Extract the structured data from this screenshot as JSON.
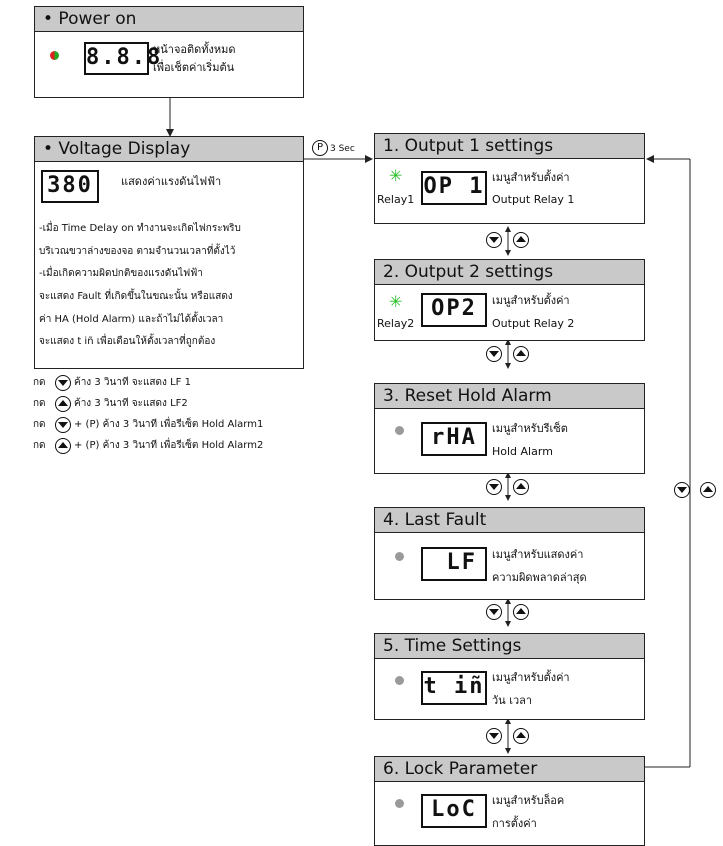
{
  "power": {
    "title": "• Power on",
    "display": "8.8.8",
    "desc_line1": "หน้าจอติดทั้งหมด",
    "desc_line2": "เพื่อเช็ตค่าเริ่มต้น"
  },
  "voltage": {
    "title": "• Voltage Display",
    "display": "380",
    "display_desc": "แสดงค่าแรงดันไฟฟ้า",
    "lines": [
      "-เมื่อ Time Delay on ทำงานจะเกิดไฟกระพริบ",
      "บริเวณขวาล่างของจอ ตามจำนวนเวลาที่ตั้งไว้",
      "-เมื่อเกิดความผิดปกติของแรงดันไฟฟ้า",
      "จะแสดง Fault ที่เกิดขึ้นในขณะนั้น หรือแสดง",
      "ค่า HA (Hold Alarm) และถ้าไม่ได้ตั้งเวลา",
      "จะแสดง t iñ เพื่อเตือนให้ตั้งเวลาที่ถูกต้อง"
    ]
  },
  "p_transition": {
    "p": "P",
    "label": "3 Sec"
  },
  "instructions": [
    {
      "pre": "กด",
      "text": "ค้าง 3 วินาที จะแสดง LF 1"
    },
    {
      "pre": "กด",
      "text": "ค้าง 3 วินาที จะแสดง LF2"
    },
    {
      "pre": "กด",
      "text": "+ (P) ค้าง 3 วินาที เพื่อรีเซ็ต Hold Alarm1"
    },
    {
      "pre": "กด",
      "text": "+ (P) ค้าง 3 วินาที เพื่อรีเซ็ต Hold Alarm2"
    }
  ],
  "menus": [
    {
      "title": "1. Output 1 settings",
      "display": "OP 1",
      "desc1": "เมนูสำหรับตั้งค่า",
      "desc2": "Output Relay 1",
      "relay": "Relay1"
    },
    {
      "title": "2. Output 2 settings",
      "display": "OP2",
      "desc1": "เมนูสำหรับตั้งค่า",
      "desc2": "Output Relay 2",
      "relay": "Relay2"
    },
    {
      "title": "3. Reset Hold Alarm",
      "display": "rHA",
      "desc1": "เมนูสำหรับรีเซ็ต",
      "desc2": "Hold Alarm"
    },
    {
      "title": "4. Last Fault",
      "display": "LF",
      "desc1": "เมนูสำหรับแสดงค่า",
      "desc2": "ความผิดพลาดล่าสุด"
    },
    {
      "title": "5. Time Settings",
      "display": "t iñ",
      "desc1": "เมนูสำหรับตั้งค่า",
      "desc2": "วัน เวลา"
    },
    {
      "title": "6. Lock Parameter",
      "display": "LoC",
      "desc1": "เมนูสำหรับล็อค",
      "desc2": "การตั้งค่า"
    }
  ]
}
